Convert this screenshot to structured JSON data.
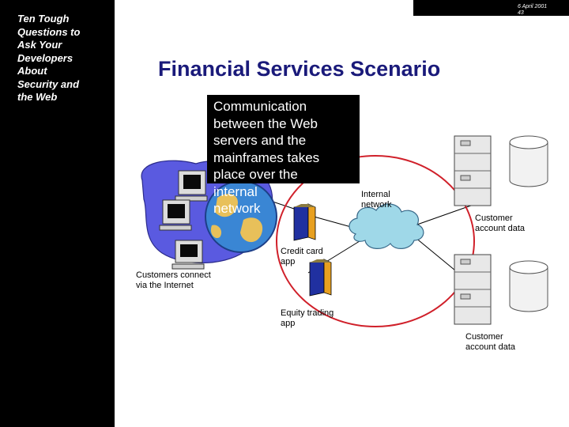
{
  "sidebar": {
    "title": "Ten Tough\nQuestions to\nAsk Your\nDevelopers\nAbout\nSecurity and\nthe Web"
  },
  "header": {
    "date": "6 April 2001\n43"
  },
  "slide": {
    "title": "Financial Services Scenario"
  },
  "callout": {
    "text": "Communication\nbetween the Web\nservers and the\nmainframes takes\nplace over the\ninternal\nnetwork"
  },
  "labels": {
    "customers": "Customers connect\nvia the Internet",
    "internal_network": "Internal\nnetwork",
    "credit_card_app": "Credit card\napp",
    "equity_trading_app": "Equity trading\napp",
    "customer_data_1": "Customer\naccount data",
    "customer_data_2": "Customer\naccount data"
  },
  "colors": {
    "title": "#1a1a7a",
    "globe_blob": "#5a5ae0",
    "cloud": "#9fd8e8",
    "ellipse": "#d0202a",
    "server": "#2030a0"
  }
}
